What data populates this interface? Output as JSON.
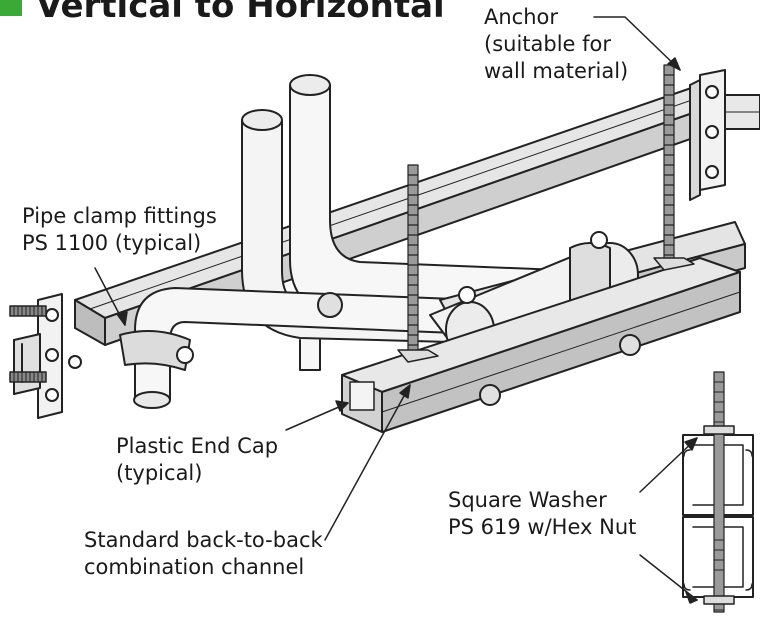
{
  "title": "Vertical to Horizontal",
  "accent_color": "#3aa935",
  "callouts": {
    "anchor": [
      "Anchor",
      "(suitable for",
      "wall material)"
    ],
    "pipe_clamp": [
      "Pipe clamp fittings",
      "PS 1100 (typical)"
    ],
    "end_cap": [
      "Plastic End Cap",
      "(typical)"
    ],
    "channel": [
      "Standard back-to-back",
      "combination channel"
    ],
    "washer": [
      "Square Washer",
      "PS 619 w/Hex Nut"
    ]
  }
}
